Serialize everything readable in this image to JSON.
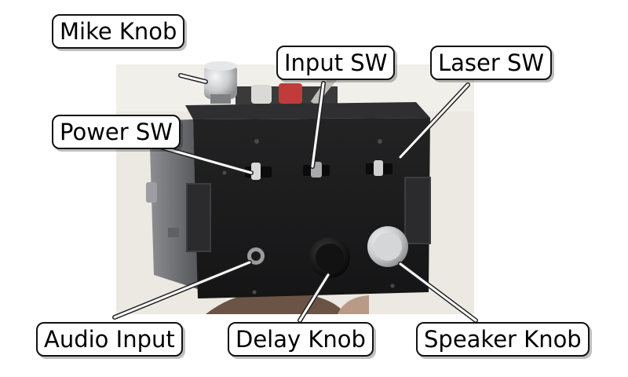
{
  "image": {
    "subject": "black-box-device-back-panel",
    "colors": {
      "background": "#ffffff",
      "photo_backdrop": "#ece9e2",
      "box_body": "#1a1a1b",
      "box_side": "#6f7174",
      "silver_knob": "#c9cbcd",
      "callout_border": "#111111",
      "callout_fill": "#ffffff",
      "leader_line": "#ffffff"
    }
  },
  "labels": {
    "mike_knob": "Mike Knob",
    "input_sw": "Input SW",
    "laser_sw": "Laser SW",
    "power_sw": "Power SW",
    "audio_input": "Audio Input",
    "delay_knob": "Delay Knob",
    "speaker_knob": "Speaker Knob"
  }
}
